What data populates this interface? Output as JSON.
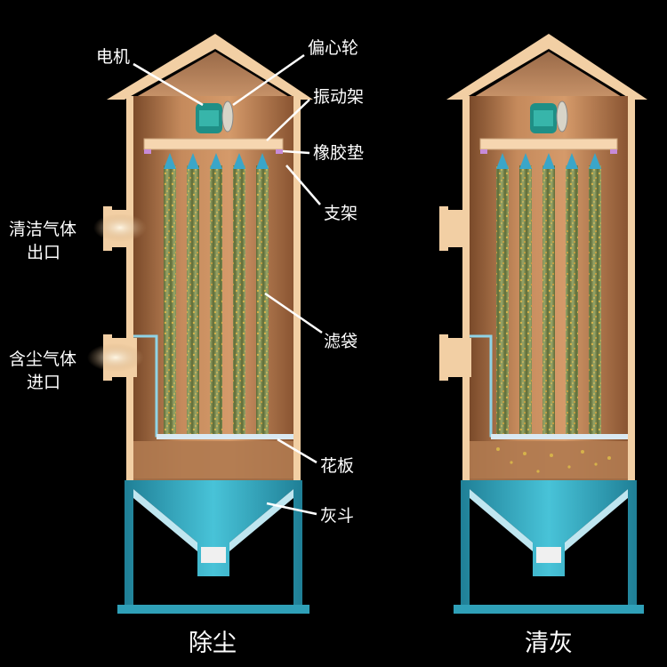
{
  "labels": {
    "motor": "电机",
    "eccentric_wheel": "偏心轮",
    "vibration_frame": "振动架",
    "rubber_pad": "橡胶垫",
    "bracket": "支架",
    "clean_gas_outlet": [
      "清洁气体",
      "出口"
    ],
    "filter_bag": "滤袋",
    "dusty_gas_inlet": [
      "含尘气体",
      "进口"
    ],
    "tube_sheet": "花板",
    "ash_hopper": "灰斗"
  },
  "captions": {
    "left": "除尘",
    "right": "清灰"
  },
  "colors": {
    "background": "#000000",
    "wall": "#f2cfa4",
    "interior": "#b3774a",
    "hopper": "#3ab0c8",
    "bag": "#7d8a4c",
    "nozzle": "#3aa6c9",
    "motor": "#1f8f86"
  }
}
